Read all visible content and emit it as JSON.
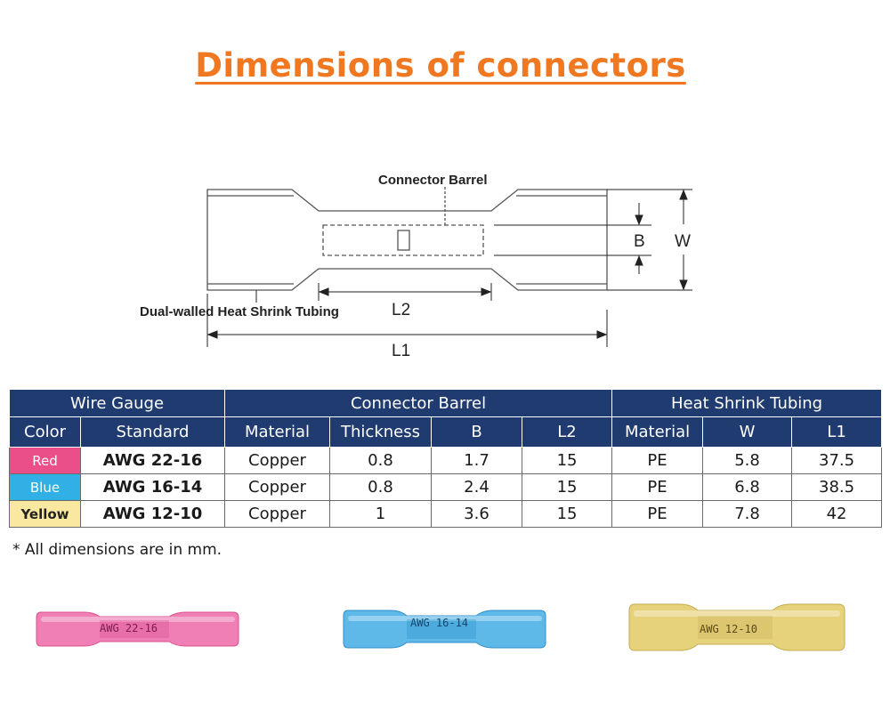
{
  "title": "Dimensions of connectors",
  "diagram": {
    "connector_barrel": "Connector Barrel",
    "tubing": "Dual-walled Heat Shrink Tubing",
    "L1": "L1",
    "L2": "L2",
    "B": "B",
    "W": "W"
  },
  "table": {
    "groups": [
      "Wire Gauge",
      "Connector Barrel",
      "Heat Shrink Tubing"
    ],
    "columns": [
      "Color",
      "Standard",
      "Material",
      "Thickness",
      "B",
      "L2",
      "Material",
      "W",
      "L1"
    ],
    "rows": [
      {
        "color": "Red",
        "standard": "AWG 22-16",
        "material": "Copper",
        "thickness": "0.8",
        "b": "1.7",
        "l2": "15",
        "tube_material": "PE",
        "w": "5.8",
        "l1": "37.5"
      },
      {
        "color": "Blue",
        "standard": "AWG 16-14",
        "material": "Copper",
        "thickness": "0.8",
        "b": "2.4",
        "l2": "15",
        "tube_material": "PE",
        "w": "6.8",
        "l1": "38.5"
      },
      {
        "color": "Yellow",
        "standard": "AWG 12-10",
        "material": "Copper",
        "thickness": "1",
        "b": "3.6",
        "l2": "15",
        "tube_material": "PE",
        "w": "7.8",
        "l1": "42"
      }
    ]
  },
  "note": "* All dimensions are in mm.",
  "photos": [
    {
      "print": "AWG 22-16",
      "color": "#ef7fb5",
      "dark": "#d9508f"
    },
    {
      "print": "AWG 16-14",
      "color": "#5fb9e8",
      "dark": "#2f8fc9"
    },
    {
      "print": "AWG 12-10",
      "color": "#e7d27c",
      "dark": "#c4ac52"
    }
  ]
}
